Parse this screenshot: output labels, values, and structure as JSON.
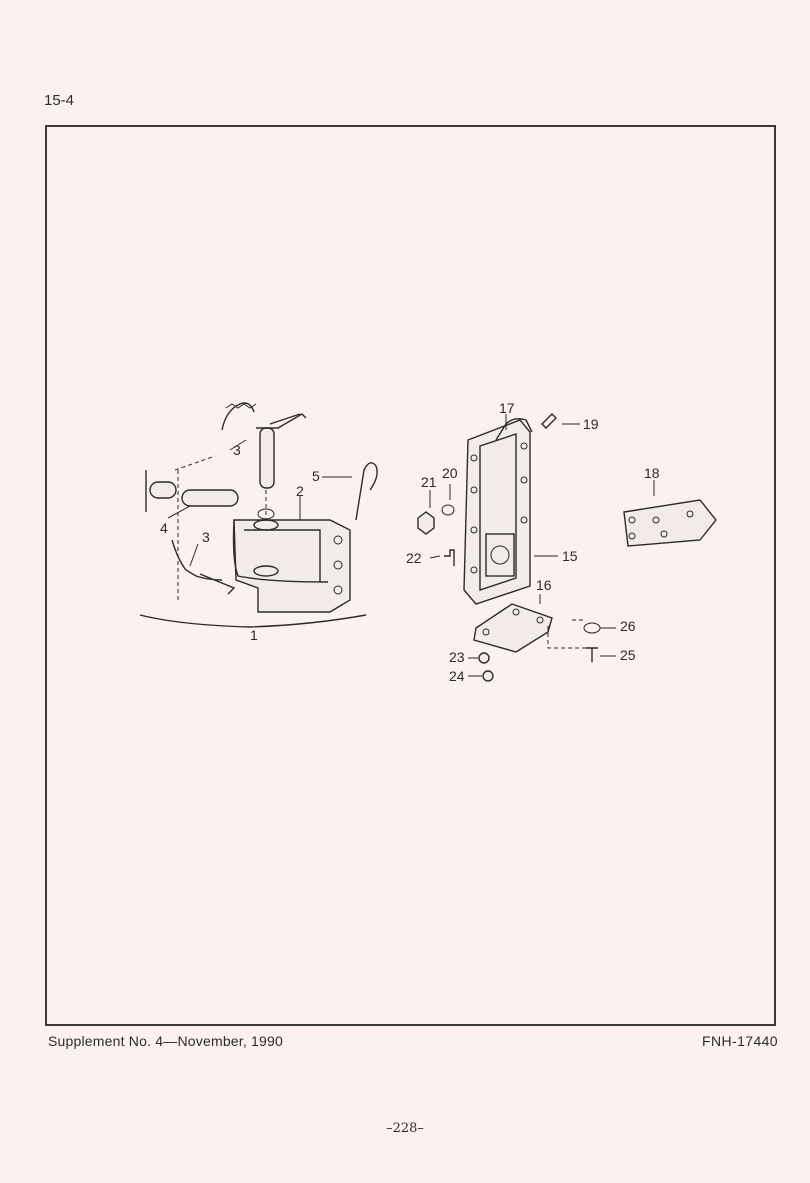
{
  "section": "15-4",
  "footer": {
    "supplement": "Supplement  No. 4—November,  1990",
    "code": "FNH-17440"
  },
  "page_number": "–228–",
  "callouts": {
    "c1": "1",
    "c2": "2",
    "c3a": "3",
    "c3b": "3",
    "c4": "4",
    "c5": "5",
    "c15": "15",
    "c16": "16",
    "c17": "17",
    "c18": "18",
    "c19": "19",
    "c20": "20",
    "c21": "21",
    "c22": "22",
    "c23": "23",
    "c24": "24",
    "c25": "25",
    "c26": "26"
  }
}
